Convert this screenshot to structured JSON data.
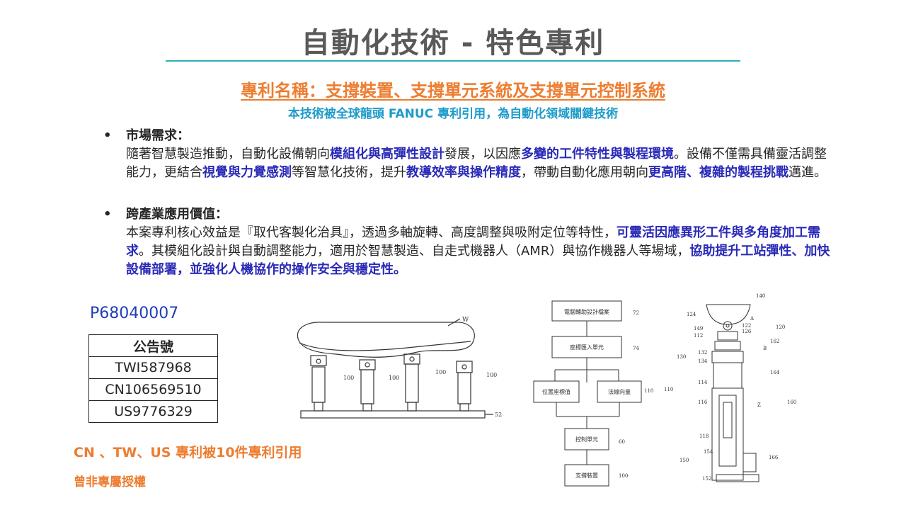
{
  "header": {
    "title": "自動化技術 - 特色專利"
  },
  "patent": {
    "name": "專利名稱：支撐裝置、支撐單元系統及支撐單元控制系統",
    "subtitle": "本技術被全球龍頭 FANUC 專利引用，為自動化領域關鍵技術"
  },
  "sections": [
    {
      "bullet": "•",
      "heading": "市場需求：",
      "segments": [
        {
          "t": "隨著智慧製造推動，自動化設備朝向",
          "hl": false
        },
        {
          "t": "模組化與高彈性設計",
          "hl": true
        },
        {
          "t": "發展，以因應",
          "hl": false
        },
        {
          "t": "多變的工件特性與製程環境",
          "hl": true
        },
        {
          "t": "。設備不僅需具備靈活調整能力，更結合",
          "hl": false
        },
        {
          "t": "視覺與力覺感測",
          "hl": true
        },
        {
          "t": "等智慧化技術，提升",
          "hl": false
        },
        {
          "t": "教導效率與操作精度",
          "hl": true
        },
        {
          "t": "，帶動自動化應用朝向",
          "hl": false
        },
        {
          "t": "更高階、複雜的製程挑戰",
          "hl": true
        },
        {
          "t": "邁進。",
          "hl": false
        }
      ]
    },
    {
      "bullet": "•",
      "heading": "跨產業應用價值：",
      "segments": [
        {
          "t": "本案專利核心效益是『取代客製化治具』，透過多軸旋轉、高度調整與吸附定位等特性，",
          "hl": false
        },
        {
          "t": "可靈活因應異形工件與多角度加工需求",
          "hl": true
        },
        {
          "t": "。其模組化設計與自動調整能力，適用於智慧製造、自走式機器人（AMR）與協作機器人等場域，",
          "hl": false
        },
        {
          "t": "協助提升工站彈性、加快設備部署，並強化人機協作的操作安全與穩定性。",
          "hl": true
        }
      ]
    }
  ],
  "patent_no": "P68040007",
  "publication_table": {
    "header": "公告號",
    "rows": [
      "TWI587968",
      "CN106569510",
      "US9776329"
    ]
  },
  "citation_note": "CN 、TW、US 專利被10件專利引用",
  "license_note": "曾非專屬授權",
  "figure1": {
    "labels": {
      "w": "W",
      "n100": "100",
      "n52": "52"
    }
  },
  "flowchart": {
    "boxes": [
      "電腦輔助設計檔案",
      "座標匯入單元",
      "位置座標值",
      "法線向量",
      "控制單元",
      "支撐裝置"
    ],
    "refs": [
      "72",
      "74",
      "110",
      "60",
      "100"
    ]
  },
  "figure3": {
    "labels": [
      "140",
      "124",
      "A",
      "122",
      "126",
      "120",
      "149",
      "112",
      "162",
      "B",
      "130",
      "132",
      "134",
      "164",
      "114",
      "110",
      "116",
      "Z",
      "160",
      "118",
      "154",
      "150",
      "166",
      "152"
    ]
  },
  "colors": {
    "accent_teal": "#2fb2b6",
    "orange": "#ed7d31",
    "blue_sub": "#1e9bc9",
    "highlight": "#2a2ab8",
    "patent_no": "#1f3fb8"
  }
}
